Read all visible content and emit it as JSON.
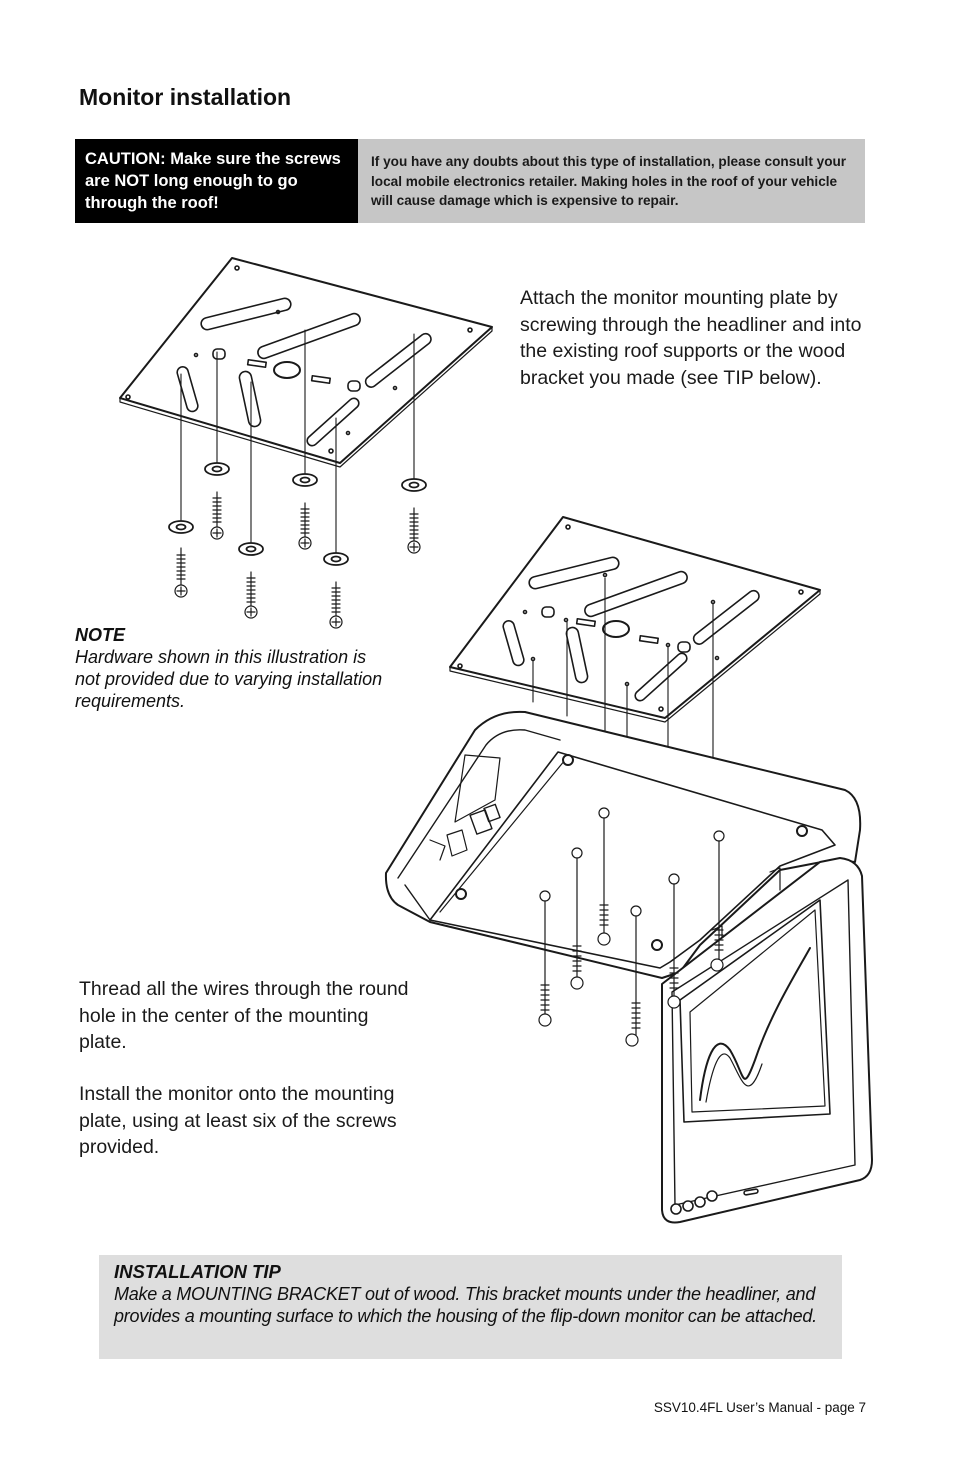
{
  "page": {
    "title": "Monitor installation",
    "caution": "CAUTION: Make sure the screws are NOT long enough to go through the roof!",
    "doubts": "If you have any doubts about this type of installation, please consult your local mobile electronics retailer. Making holes in the roof of your vehicle will cause damage which is expensive to repair.",
    "attach_text": "Attach the monitor mounting plate by screwing through the headliner and into the existing roof supports or the wood bracket you made (see TIP below).",
    "note": {
      "heading": "NOTE",
      "body": "Hardware shown in this illustration is not provided due to varying installation requirements."
    },
    "thread_text": "Thread all the wires through the round hole in the center of the mounting plate.",
    "install_text": "Install the monitor onto the mounting plate, using at least six of the  screws provided.",
    "tip": {
      "heading": "INSTALLATION TIP",
      "body": "Make a MOUNTING BRACKET out of wood. This bracket mounts under the headliner, and provides a mounting surface to which the housing of the flip-down monitor can be attached."
    },
    "footer": "SSV10.4FL User’s Manual - page 7"
  },
  "colors": {
    "caution_bg": "#000000",
    "doubts_bg": "#c6c6c6",
    "tip_bg": "#dedede",
    "line_art": "#1a1a1a"
  },
  "icons": {
    "illustration": "monitor-mounting-exploded-diagram"
  }
}
